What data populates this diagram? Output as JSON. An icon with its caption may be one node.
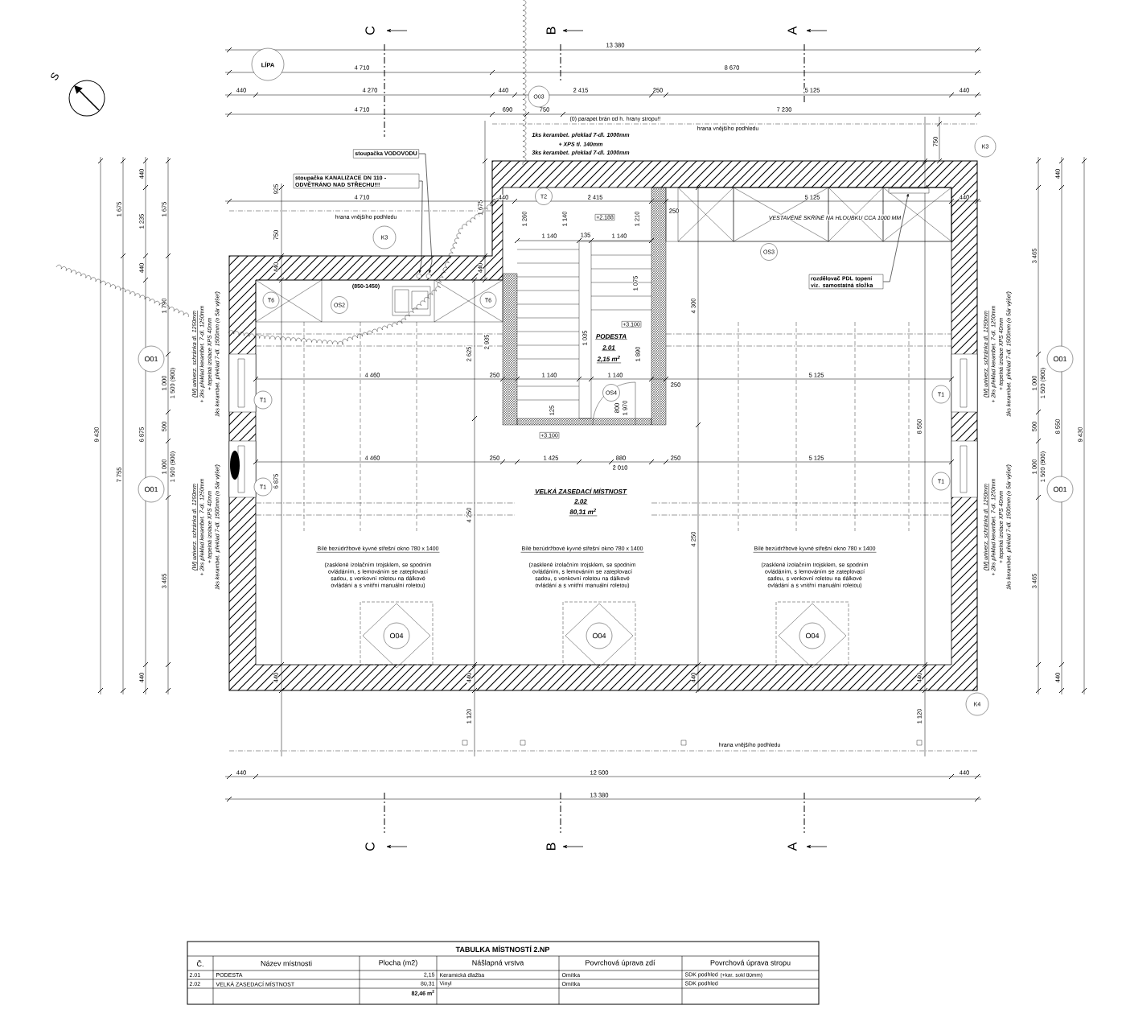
{
  "diagram": {
    "nodes": [
      {
        "text": [
          "LÍPA"
        ]
      },
      {
        "text": [
          "O03"
        ]
      },
      {
        "text": [
          "K3"
        ]
      },
      {
        "text": [
          "stoupačka VODOVODU"
        ]
      },
      {
        "text": [
          "stoupačka KANALIZACE DN 110 - ODVĚTRÁNO NAD STŘECHU!!!"
        ]
      },
      {
        "text": [
          "T2"
        ]
      },
      {
        "text": [
          "K3"
        ]
      },
      {
        "text": [
          "OS3"
        ]
      },
      {
        "text": [
          "rozdělovač PDL topení viz. samostatná složka"
        ]
      },
      {
        "text": [
          "T6"
        ]
      },
      {
        "text": [
          "OS2"
        ]
      },
      {
        "text": [
          "T6"
        ]
      },
      {
        "text": [
          "O01"
        ]
      },
      {
        "text": [
          "OS4"
        ]
      },
      {
        "text": [
          "T1"
        ]
      },
      {
        "text": [
          "T1"
        ]
      },
      {
        "text": [
          "O01"
        ]
      },
      {
        "text": [
          "O01"
        ]
      },
      {
        "text": [
          "T1"
        ]
      },
      {
        "text": [
          "T1"
        ]
      },
      {
        "text": [
          "O01"
        ]
      },
      {
        "text": [
          "O04"
        ]
      },
      {
        "text": [
          "O04"
        ]
      },
      {
        "text": [
          "O04"
        ]
      },
      {
        "text": [
          "K4"
        ]
      },
      {
        "text": [],
        "shape": "circle"
      },
      {
        "text": [],
        "shape": "circle"
      },
      {
        "text": [],
        "shape": "box"
      }
    ],
    "edges": [
      {
        "from": 3,
        "to": 26,
        "arrow": "to"
      },
      {
        "from": 4,
        "to": 25,
        "arrow": "to"
      },
      {
        "from": 8,
        "to": 27,
        "arrow": "to"
      }
    ],
    "labels": [
      "S",
      "C",
      "B",
      "A",
      "13 380",
      "4 710",
      "8 670",
      "440",
      "4 270",
      "440",
      "2 415",
      "250",
      "5 125",
      "440",
      "4 710",
      "690",
      "750",
      "7 230",
      "(0) parapet brán od h. hrany stropu!!",
      "hrana vnějšího podhledu",
      "1ks kerambet. překlad 7-dl. 1000mm",
      "+ XPS tl. 140mm",
      "3ks kerambet. překlad 7-dl. 1000mm",
      "750",
      "1 675",
      "925",
      "4 710",
      "440",
      "2 415",
      "5 125",
      "440",
      "250",
      "hrana vnějšího podhledu",
      "+2.188",
      "1 260",
      "1 140",
      "1 210",
      "VESTAVĚNÉ SKŘÍNĚ NA HLOUBKU CCA 1000 MM",
      "750",
      "1 140",
      "135",
      "1 140",
      "440",
      "440",
      "(850-1450)",
      "1 075",
      "4 300",
      "+3.100",
      "2 625",
      "2 935",
      "1 035",
      "PODESTA",
      "2.01",
      "2,15 m$^{2}$",
      "1 890",
      "4 460",
      "250",
      "1 140",
      "1 140",
      "250",
      "5 125",
      "125",
      "800",
      "1 970",
      "+3.100",
      "4 460",
      "250",
      "1 425",
      "880",
      "2 010",
      "250",
      "5 125",
      "6 875",
      "VELKÁ ZASEDACÍ MÍSTNOST",
      "2.02",
      "80,31 m$^{2}$",
      "4 250",
      "4 250",
      "8 550",
      "Bílé bezúdržbové kyvné střešní okno 780 x 1400",
      "(zasklené izolačním trojsklem, se spodním ovládáním, s lemováním se zateplovací sadou, s venkovní roletou na dálkové ovládání a s vnitřní manuální roletou)",
      "Bílé bezúdržbové kyvné střešní okno 780 x 1400",
      "(zasklené izolačním trojsklem, se spodním ovládáním, s lemováním se zateplovací sadou, s venkovní roletou na dálkové ovládání a s vnitřní manuální roletou)",
      "Bílé bezúdržbové kyvné střešní okno 780 x 1400",
      "(zasklené izolačním trojsklem, se spodním ovládáním, s lemováním se zateplovací sadou, s venkovní roletou na dálkové ovládání a s vnitřní manuální roletou)",
      "440",
      "440",
      "440",
      "440",
      "1 120",
      "1 120",
      "hrana vnějšího podhledu",
      "440",
      "12 500",
      "440",
      "13 380",
      "C",
      "B",
      "A",
      "9 430",
      "1 675",
      "7 755",
      "440",
      "1 235",
      "440",
      "6 875",
      "440",
      "1 675",
      "1 790",
      "1 000",
      "1 500 (900)",
      "500",
      "1 000",
      "1 500 (900)",
      "3 465",
      "(W) univerz. schránka dl. 1250mm",
      "+ 2ks překlad kerambet. 7-dl. 1250mm",
      "+ tepelná izolace XPS 40mm",
      "1ks kerambet. překlad 7-dl. 1500mm (o 5ár výše!)",
      "(W) univerz. schránka dl. 1250mm",
      "+ 2ks překlad kerambet. 7-dl. 1250mm",
      "+ tepelná izolace XPS 40mm",
      "1ks kerambet. překlad 7-dl. 1500mm (o 5ár výše!)",
      "440",
      "3 465",
      "1 000",
      "1 500 (900)",
      "500",
      "1 000",
      "1 500 (900)",
      "3 465",
      "440",
      "8 550",
      "9 430",
      "(W) univerz. schránka dl. 1250mm",
      "+ 2ks překlad kerambet. 7-dl. 1250mm",
      "+ tepelná izolace XPS 40mm",
      "1ks kerambet. překlad 7-dl. 1500mm (o 5ár výše!)",
      "(W) univerz. schránka dl. 1250mm",
      "+ 2ks překlad kerambet. 7-dl. 1250mm",
      "+ tepelná izolace XPS 40mm",
      "1ks kerambet. překlad 7-dl. 1500mm (o 5ár výše!)",
      "TABULKA MÍSTNOSTÍ 2.NP",
      "Č.",
      "Název místnosti",
      "Plocha (m2)",
      "Nášlapná vrstva",
      "Povrchová úprava zdí",
      "Povrchová úprava stropu",
      "2.01",
      "PODESTA",
      "2,15",
      "Keramická dlažba",
      "Omítka",
      "SDK podhled",
      "(+kar. sokl 80mm)",
      "2.02",
      "VELKÁ ZASEDACÍ MÍSTNOST",
      "80,31",
      "Vinyl",
      "Omítka",
      "SDK podhled",
      "82,46 m$^{2}$"
    ]
  }
}
